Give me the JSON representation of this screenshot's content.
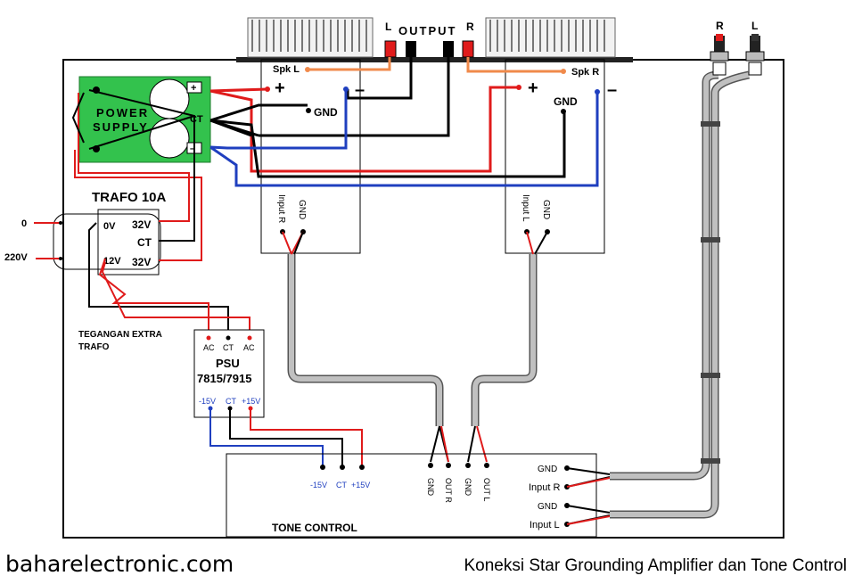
{
  "output": {
    "label": "OUTPUT",
    "left": "L",
    "right": "R"
  },
  "rca": {
    "right": "R",
    "left": "L"
  },
  "amp_left": {
    "spk": "Spk L",
    "plus": "+",
    "minus": "–",
    "gnd": "GND",
    "input_label": "Input R",
    "input_gnd": "GND"
  },
  "amp_right": {
    "spk": "Spk R",
    "plus": "+",
    "minus": "–",
    "gnd": "GND",
    "input_label": "Input L",
    "input_gnd": "GND"
  },
  "power_supply": {
    "line1": "POWER",
    "line2": "SUPPLY",
    "ct": "CT",
    "plus": "+",
    "minus": "–"
  },
  "trafo": {
    "title": "TRAFO 10A",
    "v0": "0V",
    "v12": "12V",
    "v32a": "32V",
    "ct": "CT",
    "v32b": "32V"
  },
  "mains": {
    "zero": "0",
    "v220": "220V"
  },
  "extra": {
    "line1": "TEGANGAN EXTRA",
    "line2": "TRAFO"
  },
  "psu": {
    "ac1": "AC",
    "ct": "CT",
    "ac2": "AC",
    "name1": "PSU",
    "name2": "7815/7915",
    "neg": "-15V",
    "ct2": "CT",
    "pos": "+15V"
  },
  "tone": {
    "title": "TONE CONTROL",
    "neg": "-15V",
    "ct": "CT",
    "pos": "+15V",
    "gnd_a": "GND",
    "out_r": "OUT R",
    "gnd_b": "GND",
    "out_l": "OUT L",
    "in_gnd1": "GND",
    "input_r": "Input R",
    "in_gnd2": "GND",
    "input_l": "Input L"
  },
  "footer": {
    "site": "baharelectronic.com",
    "caption": "Koneksi Star Grounding Amplifier dan Tone Control"
  },
  "colors": {
    "red": "#e01b1b",
    "black": "#000000",
    "blue": "#1f3fbf",
    "orange": "#f08a4b",
    "green": "#33c24d",
    "cable": "#c0c0c0"
  }
}
